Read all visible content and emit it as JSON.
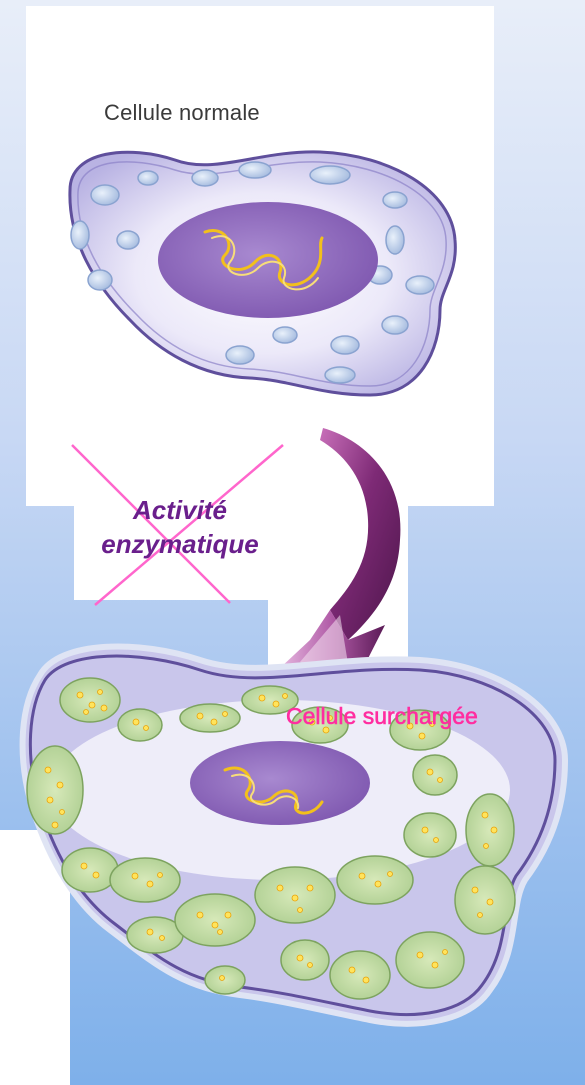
{
  "labels": {
    "normal_cell": "Cellule normale",
    "enzyme_activity_line1": "Activité",
    "enzyme_activity_line2": "enzymatique",
    "overloaded_cell": "Cellule surchargée"
  },
  "colors": {
    "cell_membrane": "#5f4f9c",
    "cytoplasm": "#c9c6eb",
    "nucleus": "#8f6bbd",
    "dna": "#f0c020",
    "cross_mark": "#ff66cc",
    "arrow": "#8a2f7e",
    "vesicle_overloaded": "#b8d69a",
    "lipid_droplet": "#ffe45c"
  },
  "icons": {
    "cross": "cross-mark-icon",
    "arrow": "curved-arrow-icon"
  }
}
